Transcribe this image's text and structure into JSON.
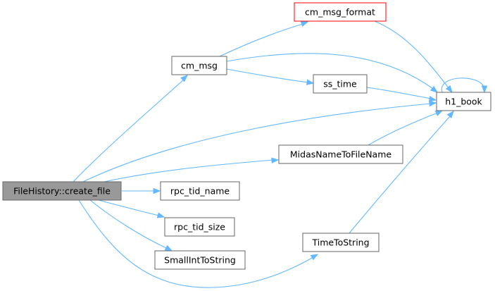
{
  "colors": {
    "edge": "#63b8ff",
    "node_fill": "#ffffff",
    "node_border": "#666666",
    "focus_fill": "#999999",
    "focus_border": "#666666",
    "highlight_border": "#ff0000"
  },
  "nodes": [
    {
      "id": "create_file",
      "label": "FileHistory::create_file",
      "style": "focus"
    },
    {
      "id": "cm_msg_format",
      "label": "cm_msg_format",
      "style": "highlight"
    },
    {
      "id": "cm_msg",
      "label": "cm_msg",
      "style": "normal"
    },
    {
      "id": "ss_time",
      "label": "ss_time",
      "style": "normal"
    },
    {
      "id": "h1_book",
      "label": "h1_book",
      "style": "normal"
    },
    {
      "id": "MidasNameToFileName",
      "label": "MidasNameToFileName",
      "style": "normal"
    },
    {
      "id": "rpc_tid_name",
      "label": "rpc_tid_name",
      "style": "normal"
    },
    {
      "id": "rpc_tid_size",
      "label": "rpc_tid_size",
      "style": "normal"
    },
    {
      "id": "SmallIntToString",
      "label": "SmallIntToString",
      "style": "normal"
    },
    {
      "id": "TimeToString",
      "label": "TimeToString",
      "style": "normal"
    }
  ],
  "edges": [
    {
      "from": "create_file",
      "to": "cm_msg"
    },
    {
      "from": "create_file",
      "to": "h1_book"
    },
    {
      "from": "create_file",
      "to": "MidasNameToFileName"
    },
    {
      "from": "create_file",
      "to": "rpc_tid_name"
    },
    {
      "from": "create_file",
      "to": "rpc_tid_size"
    },
    {
      "from": "create_file",
      "to": "SmallIntToString"
    },
    {
      "from": "create_file",
      "to": "TimeToString"
    },
    {
      "from": "cm_msg",
      "to": "cm_msg_format"
    },
    {
      "from": "cm_msg",
      "to": "h1_book"
    },
    {
      "from": "cm_msg",
      "to": "ss_time"
    },
    {
      "from": "cm_msg_format",
      "to": "h1_book"
    },
    {
      "from": "ss_time",
      "to": "h1_book"
    },
    {
      "from": "h1_book",
      "to": "h1_book"
    },
    {
      "from": "MidasNameToFileName",
      "to": "h1_book"
    },
    {
      "from": "TimeToString",
      "to": "h1_book"
    }
  ]
}
